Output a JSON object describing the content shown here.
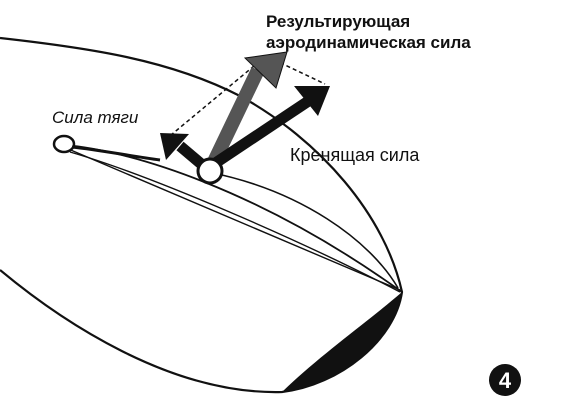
{
  "labels": {
    "resultant_line1": "Результирующая",
    "resultant_line2": "аэродинамическая сила",
    "thrust": "Сила тяги",
    "heeling": "Кренящая сила",
    "figure_number": "4"
  },
  "colors": {
    "ink": "#111111",
    "resultant_arrow": "#555555",
    "background": "#ffffff"
  }
}
